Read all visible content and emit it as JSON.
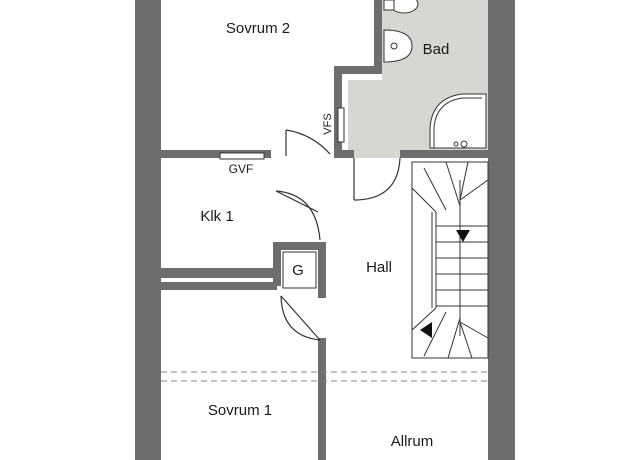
{
  "rooms": {
    "sovrum2": "Sovrum 2",
    "bad": "Bad",
    "vfs": "VFS",
    "gvf": "GVF",
    "klk1": "Klk 1",
    "g": "G",
    "hall": "Hall",
    "sovrum1": "Sovrum 1",
    "allrum": "Allrum"
  },
  "colors": {
    "wall": "#6d6d6d",
    "bathroom_floor": "#d6d6d2",
    "line": "#333333"
  }
}
